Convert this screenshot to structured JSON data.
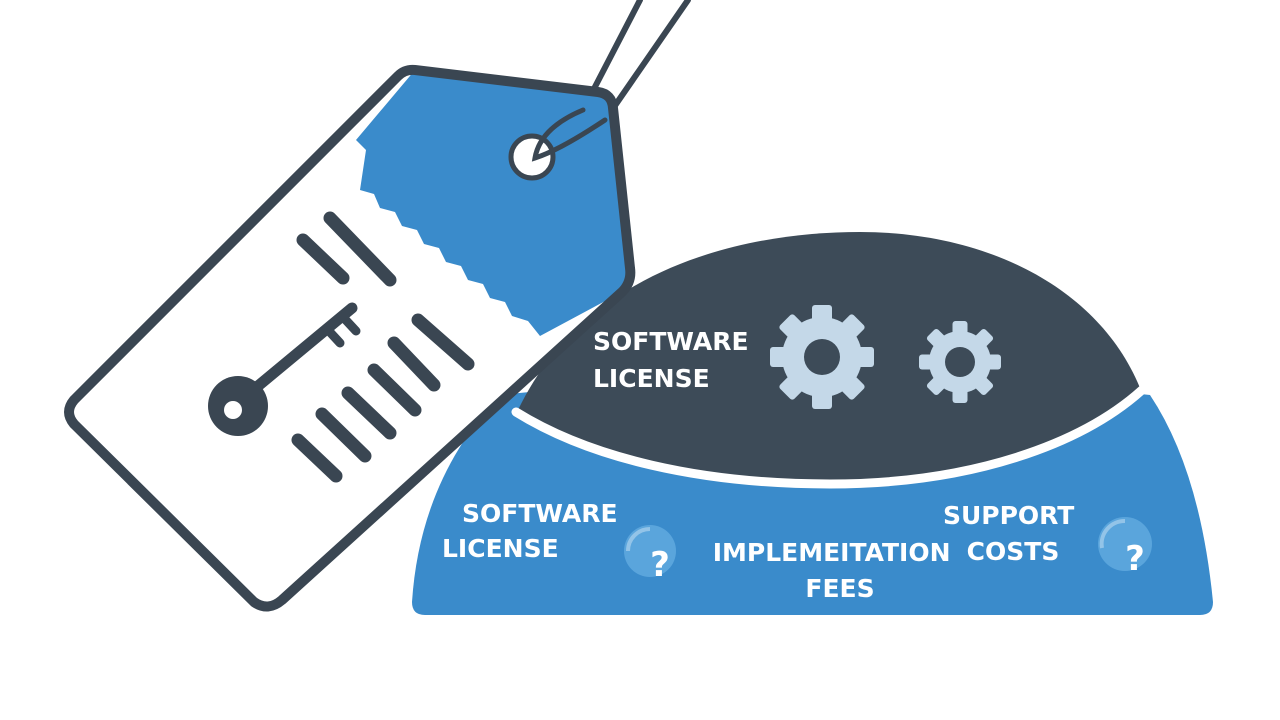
{
  "colors": {
    "dark": "#3d4b58",
    "blue": "#3a8bcb",
    "blue_light": "#4d9bd6",
    "outline": "#3a4652",
    "white": "#ffffff",
    "gear": "#c4d8e8"
  },
  "tag": {
    "icons": [
      "price-tag-icon",
      "key-icon",
      "string-icon"
    ]
  },
  "dome": {
    "top_label": [
      "SOFTWARE",
      "LICENSE"
    ],
    "gear_icons": [
      "gear-icon-large",
      "gear-icon-small"
    ],
    "bottom_items": [
      {
        "label": [
          "SOFTWARE",
          "LICENSE"
        ],
        "badge": "?"
      },
      {
        "label": [
          "IMPLEMEITATION",
          "FEES"
        ]
      },
      {
        "label": [
          "SUPPORT",
          "COSTS"
        ],
        "badge": "?"
      }
    ]
  }
}
